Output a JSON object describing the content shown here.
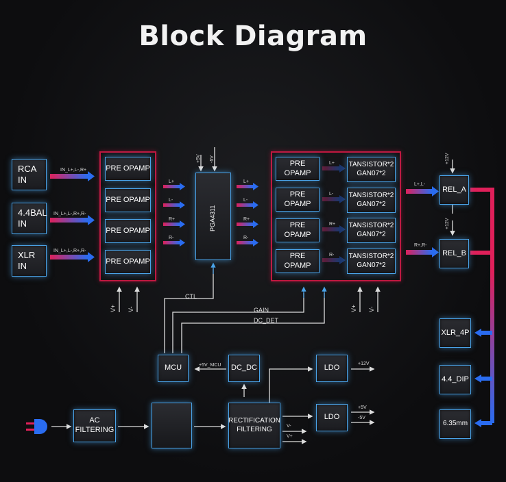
{
  "title": "Block Diagram",
  "inputs": [
    "RCA\nIN",
    "4.4BAL\nIN",
    "XLR\nIN"
  ],
  "input_signals": [
    "IN_L+,L-,R+",
    "IN_L+,L-,R+,R-",
    "IN_L+,L-,R+,R-"
  ],
  "pre_opamp_left": [
    "PRE OPAMP",
    "PRE OPAMP",
    "PRE OPAMP",
    "PRE OPAMP"
  ],
  "left_channels": [
    "L+",
    "L-",
    "R+",
    "R-"
  ],
  "power_left": [
    "V+",
    "V-"
  ],
  "chip": {
    "label": "PGA4311",
    "rails": [
      "+5V",
      "-5V"
    ]
  },
  "mid_channels": [
    "L+",
    "L-",
    "R+",
    "R-"
  ],
  "pre_opamp_right": [
    "PRE OPAMP",
    "PRE OPAMP",
    "PRE OPAMP",
    "PRE OPAMP"
  ],
  "right_channels": [
    "L+",
    "L-",
    "R+",
    "R-"
  ],
  "transistors": [
    "TANSISTOR*2\nGAN07*2",
    "TANSISTOR*2\nGAN07*2",
    "TANSISTOR*2\nGAN07*2",
    "TANSISTOR*2\nGAN07*2"
  ],
  "power_right": [
    "V+",
    "V-"
  ],
  "relays": {
    "a": "REL_A",
    "b": "REL_B",
    "a_sig": "L+,L-",
    "b_sig": "R+,R-",
    "a_power": "+12V",
    "b_power": "+12V"
  },
  "outputs": [
    "XLR_4P",
    "4.4_DIP",
    "6.35mm"
  ],
  "control": {
    "ctl": "CTL",
    "gain": "GAIN",
    "dc_det": "DC_DET"
  },
  "mcu": "MCU",
  "mcu_power": "+5V_MCU",
  "dcdc": "DC_DC",
  "ldo_top": "LDO",
  "ldo_top_out": "+12V",
  "ac": "AC\nFILTERING",
  "rect": "RECTIFICATION\nFILTERING",
  "ldo_bottom": "LDO",
  "ldo_bottom_out": [
    "+5V",
    "-5V"
  ],
  "rect_out": [
    "V-",
    "V+"
  ],
  "colors": {
    "accent_blue": "#4aa3e8",
    "accent_red": "#c01840",
    "arrow_red": "#e0205a",
    "arrow_blue": "#2a6cf0"
  }
}
